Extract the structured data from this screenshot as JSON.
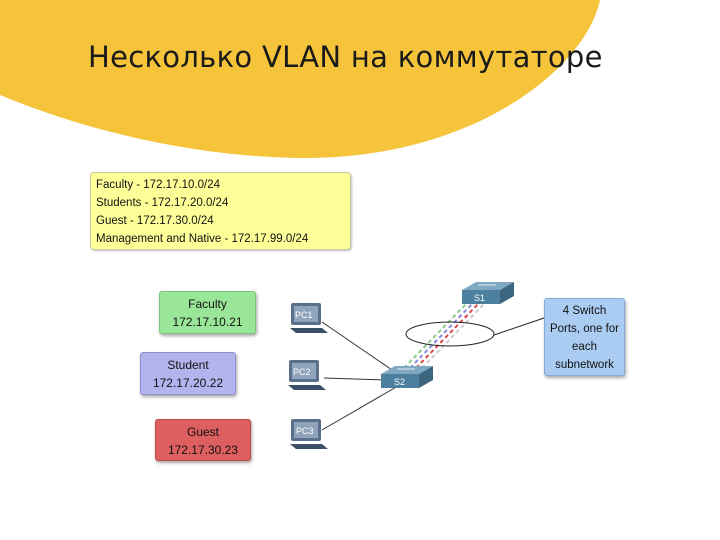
{
  "slide": {
    "title": "Несколько VLAN на коммутаторе"
  },
  "legend": {
    "lines": [
      "Faculty - 172.17.10.0/24",
      "Students - 172.17.20.0/24",
      "Guest  - 172.17.30.0/24",
      "Management and Native - 172.17.99.0/24"
    ]
  },
  "hosts": [
    {
      "group": "Faculty",
      "ip": "172.17.10.21",
      "pc": "PC1",
      "color": "#99e699"
    },
    {
      "group": "Student",
      "ip": "172.17.20.22",
      "pc": "PC2",
      "color": "#b3b3ee"
    },
    {
      "group": "Guest",
      "ip": "172.17.30.23",
      "pc": "PC3",
      "color": "#dd5f5f"
    }
  ],
  "switches": [
    "S1",
    "S2"
  ],
  "note": {
    "lines": [
      "4 Switch",
      "Ports, one for",
      "each",
      "subnetwork"
    ]
  },
  "trunk_colors": [
    "#99cc99",
    "#9999dd",
    "#dd5f5f",
    "#ffffff"
  ],
  "accent": "#f5c43a"
}
